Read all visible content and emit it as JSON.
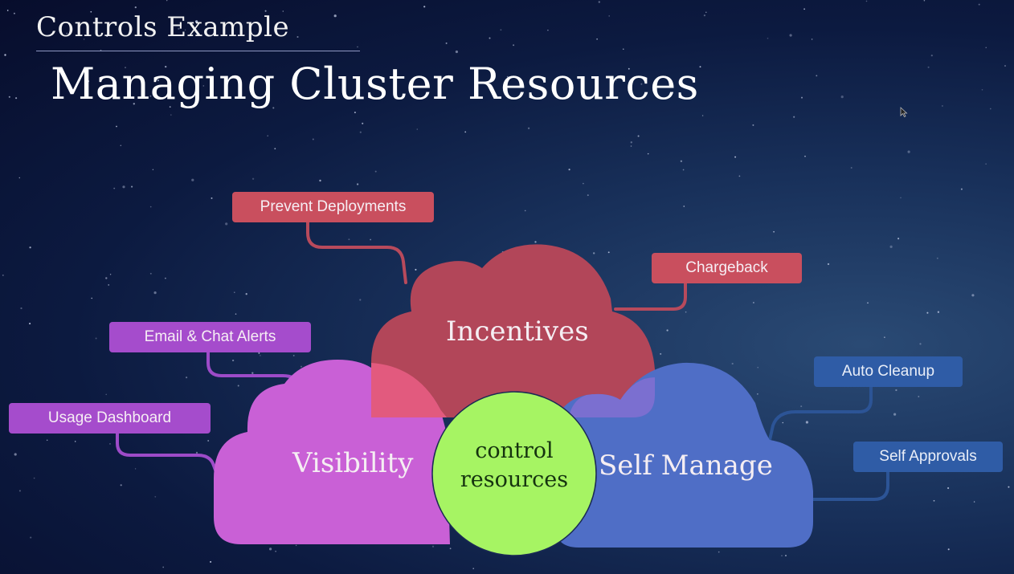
{
  "slide": {
    "kicker": "Controls Example",
    "title": "Managing Cluster Resources"
  },
  "diagram": {
    "center": {
      "line1": "control",
      "line2": "resources",
      "color": "#a6f463"
    },
    "clouds": [
      {
        "id": "incentives",
        "label": "Incentives",
        "color": "#b24659",
        "tags": [
          "Prevent Deployments",
          "Chargeback"
        ]
      },
      {
        "id": "visibility",
        "label": "Visibility",
        "color": "#c960d6",
        "tags": [
          "Email & Chat Alerts",
          "Usage Dashboard"
        ]
      },
      {
        "id": "self-manage",
        "label": "Self Manage",
        "color": "#4f6ec6",
        "tags": [
          "Auto Cleanup",
          "Self Approvals"
        ]
      }
    ]
  }
}
